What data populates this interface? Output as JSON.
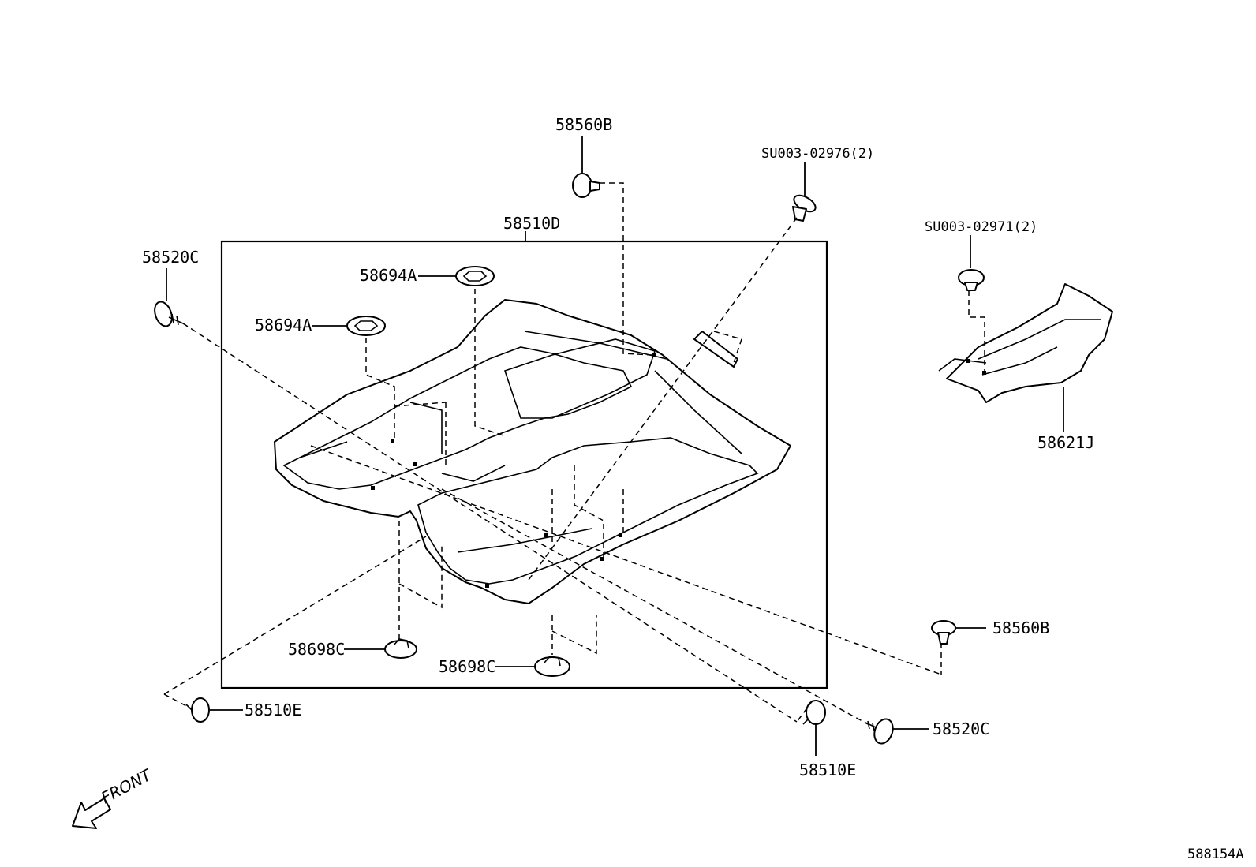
{
  "labels": {
    "main_carpet": "58510D",
    "clip_top": "58560B",
    "screw_top_right": "SU003-02976(2)",
    "screw_side": "SU003-02971(2)",
    "side_cover": "58621J",
    "clip_left_top": "58520C",
    "grommet_upper": "58694A",
    "grommet_lower": "58694A",
    "clip_right": "58560B",
    "pad_left": "58698C",
    "pad_right": "58698C",
    "clip_bottom_left": "58510E",
    "clip_bottom_right": "58520C",
    "clip_bottom_center": "58510E",
    "front_marker": "FRONT",
    "diagram_code": "588154A"
  }
}
